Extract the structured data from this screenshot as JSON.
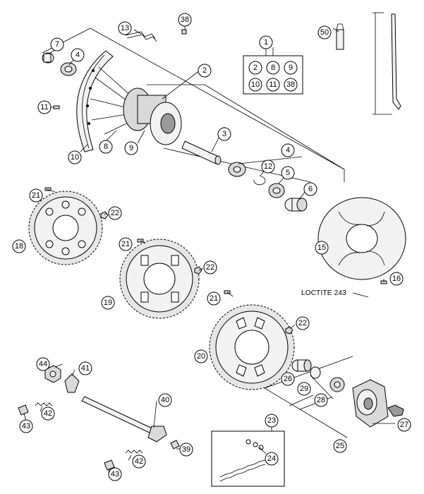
{
  "callouts": [
    "1",
    "2",
    "3",
    "4",
    "5",
    "6",
    "7",
    "8",
    "9",
    "10",
    "11",
    "12",
    "13",
    "15",
    "16",
    "18",
    "19",
    "20",
    "21",
    "22",
    "23",
    "24",
    "25",
    "26",
    "27",
    "28",
    "29",
    "38",
    "39",
    "40",
    "41",
    "42",
    "43",
    "44",
    "50"
  ],
  "kit_contents": [
    "2",
    "8",
    "9",
    "10",
    "11",
    "38"
  ],
  "annotation": "LOCTITE 243"
}
